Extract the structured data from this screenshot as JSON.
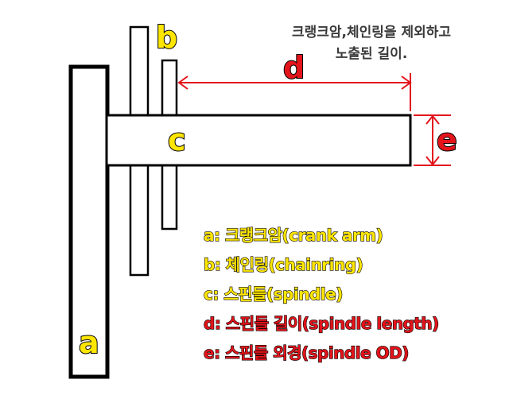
{
  "note_lines": [
    "크랭크암,체인링을 제외하고",
    "노출된 길이."
  ],
  "labels": {
    "a": "a",
    "b": "b",
    "c": "c",
    "d": "d",
    "e": "e"
  },
  "legend": [
    {
      "text": "a: 크랭크암(crank arm)",
      "color": "#ffe600"
    },
    {
      "text": "b: 체인링(chainring)",
      "color": "#ffe600"
    },
    {
      "text": "c: 스핀들(spindle)",
      "color": "#ffe600"
    },
    {
      "text": "d: 스핀들 길이(spindle length)",
      "color": "#e3141b"
    },
    {
      "text": "e: 스핀들 외경(spindle OD)",
      "color": "#e3141b"
    }
  ],
  "colors": {
    "yellow": "#ffe600",
    "red": "#e3141b",
    "outline": "#000000"
  }
}
